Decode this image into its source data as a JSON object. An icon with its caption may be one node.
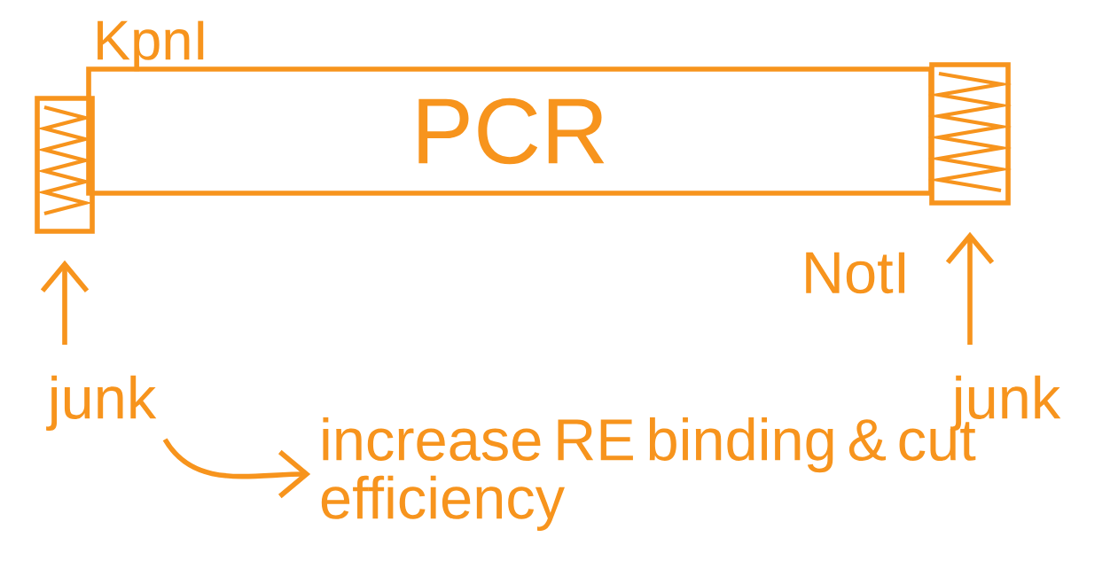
{
  "diagram": {
    "nodes": [
      {
        "text": [
          "PCR"
        ]
      },
      {
        "text": [],
        "shape": "box"
      },
      {
        "text": [],
        "shape": "box"
      },
      {
        "text": [
          "junk"
        ]
      },
      {
        "text": [
          "junk"
        ]
      },
      {
        "text": [
          "increase RE binding & cut efficiency"
        ]
      }
    ],
    "edges": [
      {
        "from": 3,
        "to": 1,
        "arrow": "to"
      },
      {
        "from": 4,
        "to": 2,
        "arrow": "to"
      },
      {
        "from": 3,
        "to": 5,
        "arrow": "to"
      }
    ],
    "labels": [
      "KpnI",
      "NotI"
    ]
  }
}
